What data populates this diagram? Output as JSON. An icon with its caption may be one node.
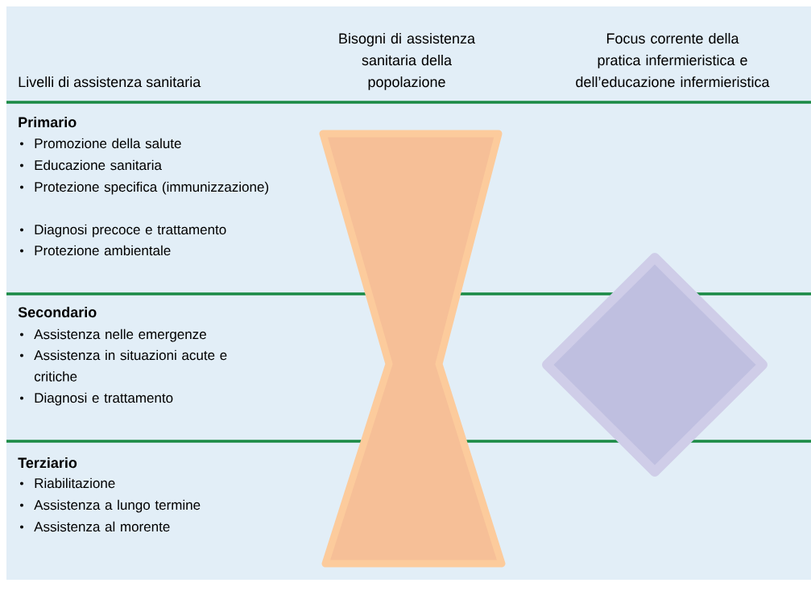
{
  "diagram": {
    "labels": [
      "Livelli di assistenza sanitaria",
      "Bisogni di assistenza sanitaria della popolazione",
      "Focus corrente della pratica infermieristica e dell’educazione infermieristica",
      "Primario",
      "Promozione della salute",
      "Educazione sanitaria",
      "Protezione specifica (immunizzazione)",
      "Diagnosi precoce e trattamento",
      "Protezione ambientale",
      "Secondario",
      "Assistenza nelle emergenze",
      "Assistenza in situazioni acute e critiche",
      "Diagnosi e trattamento",
      "Terziario",
      "Riabilitazione",
      "Assistenza a lungo termine",
      "Assistenza al morente"
    ]
  }
}
